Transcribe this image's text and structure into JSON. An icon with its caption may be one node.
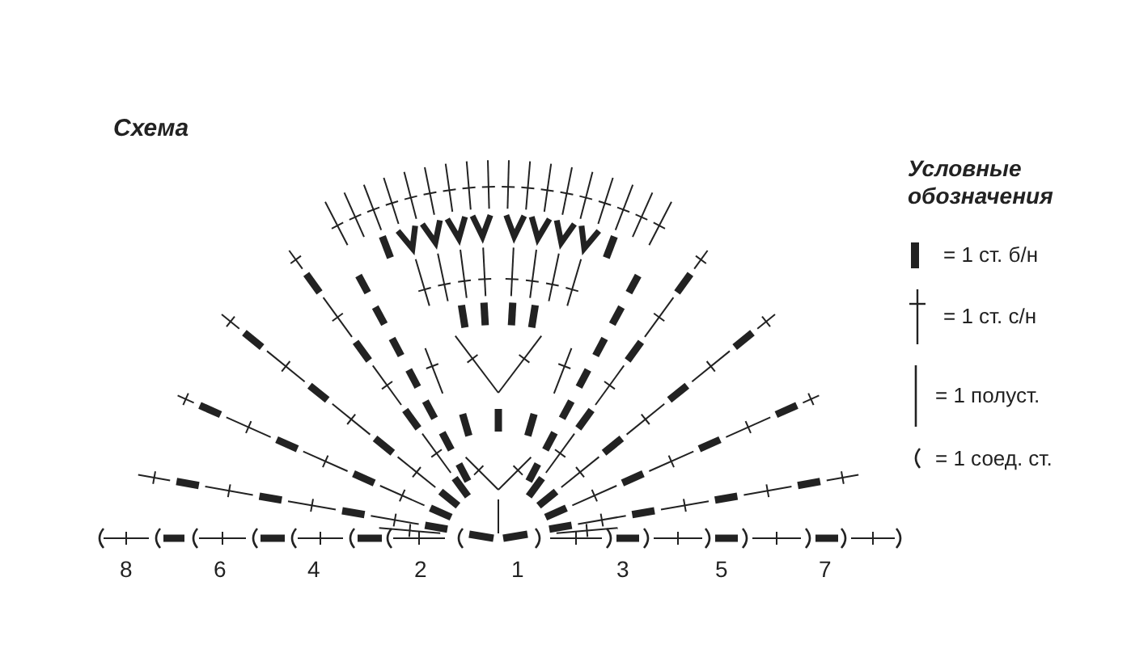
{
  "diagram": {
    "title": "Схема",
    "labels": [
      "Условные обозначения",
      "8",
      "6",
      "4",
      "2",
      "1",
      "3",
      "5",
      "7"
    ],
    "legend": [
      {
        "text": "= 1 ст. б/н"
      },
      {
        "text": "= 1 ст. с/н"
      },
      {
        "text": "= 1 полуст."
      },
      {
        "text": "= 1 соед. ст."
      }
    ]
  }
}
